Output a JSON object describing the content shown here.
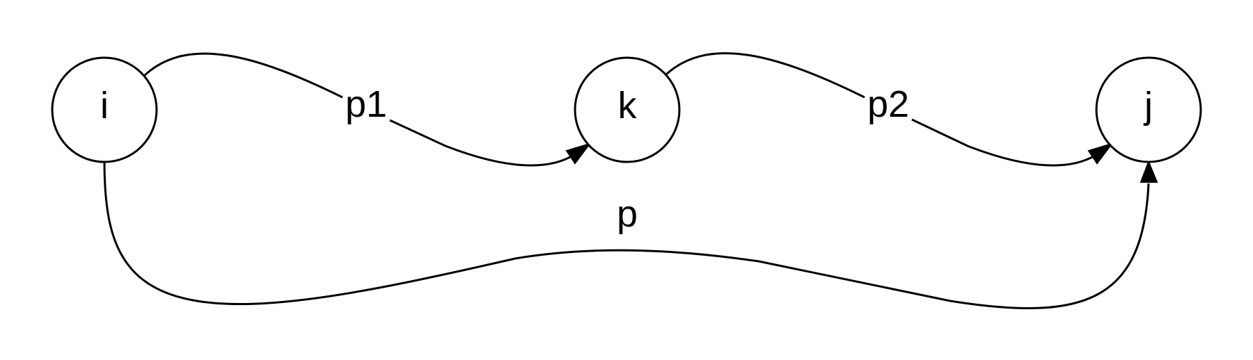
{
  "nodes": [
    {
      "id": "i",
      "label": "i"
    },
    {
      "id": "k",
      "label": "k"
    },
    {
      "id": "j",
      "label": "j"
    }
  ],
  "edges": [
    {
      "from": "i",
      "to": "k",
      "label": "p1"
    },
    {
      "from": "k",
      "to": "j",
      "label": "p2"
    },
    {
      "from": "i",
      "to": "j",
      "label": "p"
    }
  ],
  "colors": {
    "stroke": "#000000",
    "background": "#ffffff"
  }
}
